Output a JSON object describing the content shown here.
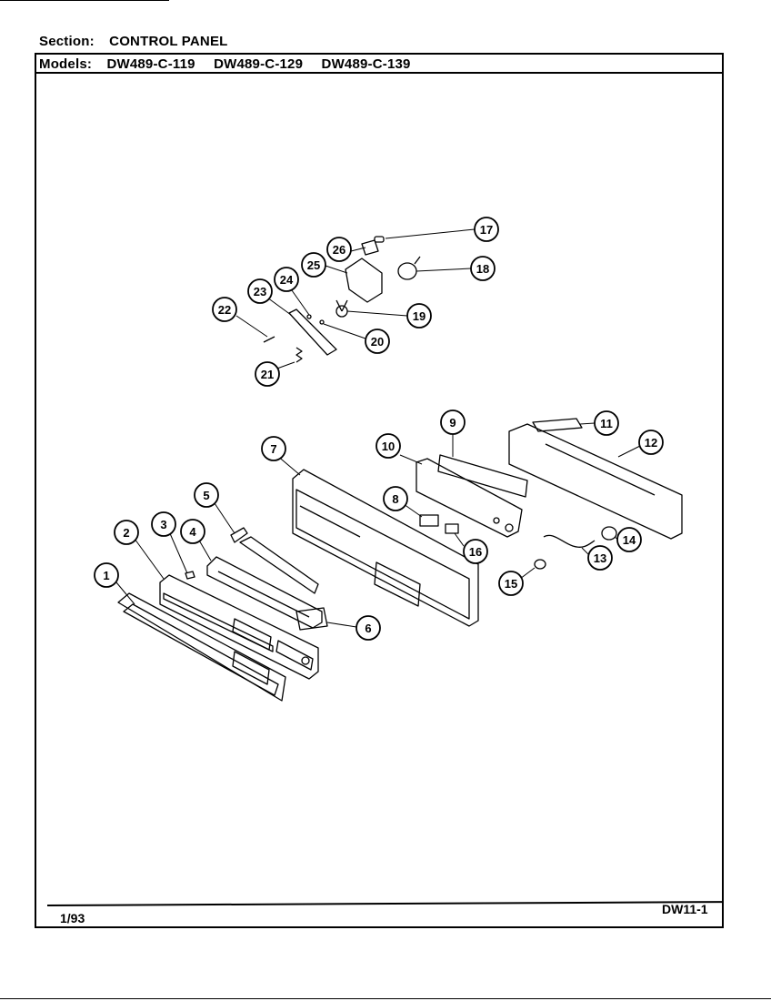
{
  "header": {
    "section_label": "Section:",
    "section_value": "CONTROL PANEL",
    "models_label": "Models:",
    "models": [
      "DW489-C-119",
      "DW489-C-129",
      "DW489-C-139"
    ]
  },
  "footer": {
    "date": "1/93",
    "page_code": "DW11-1"
  },
  "callouts": [
    "1",
    "2",
    "3",
    "4",
    "5",
    "6",
    "7",
    "8",
    "9",
    "10",
    "11",
    "12",
    "13",
    "14",
    "15",
    "16",
    "17",
    "18",
    "19",
    "20",
    "21",
    "22",
    "23",
    "24",
    "25",
    "26"
  ]
}
